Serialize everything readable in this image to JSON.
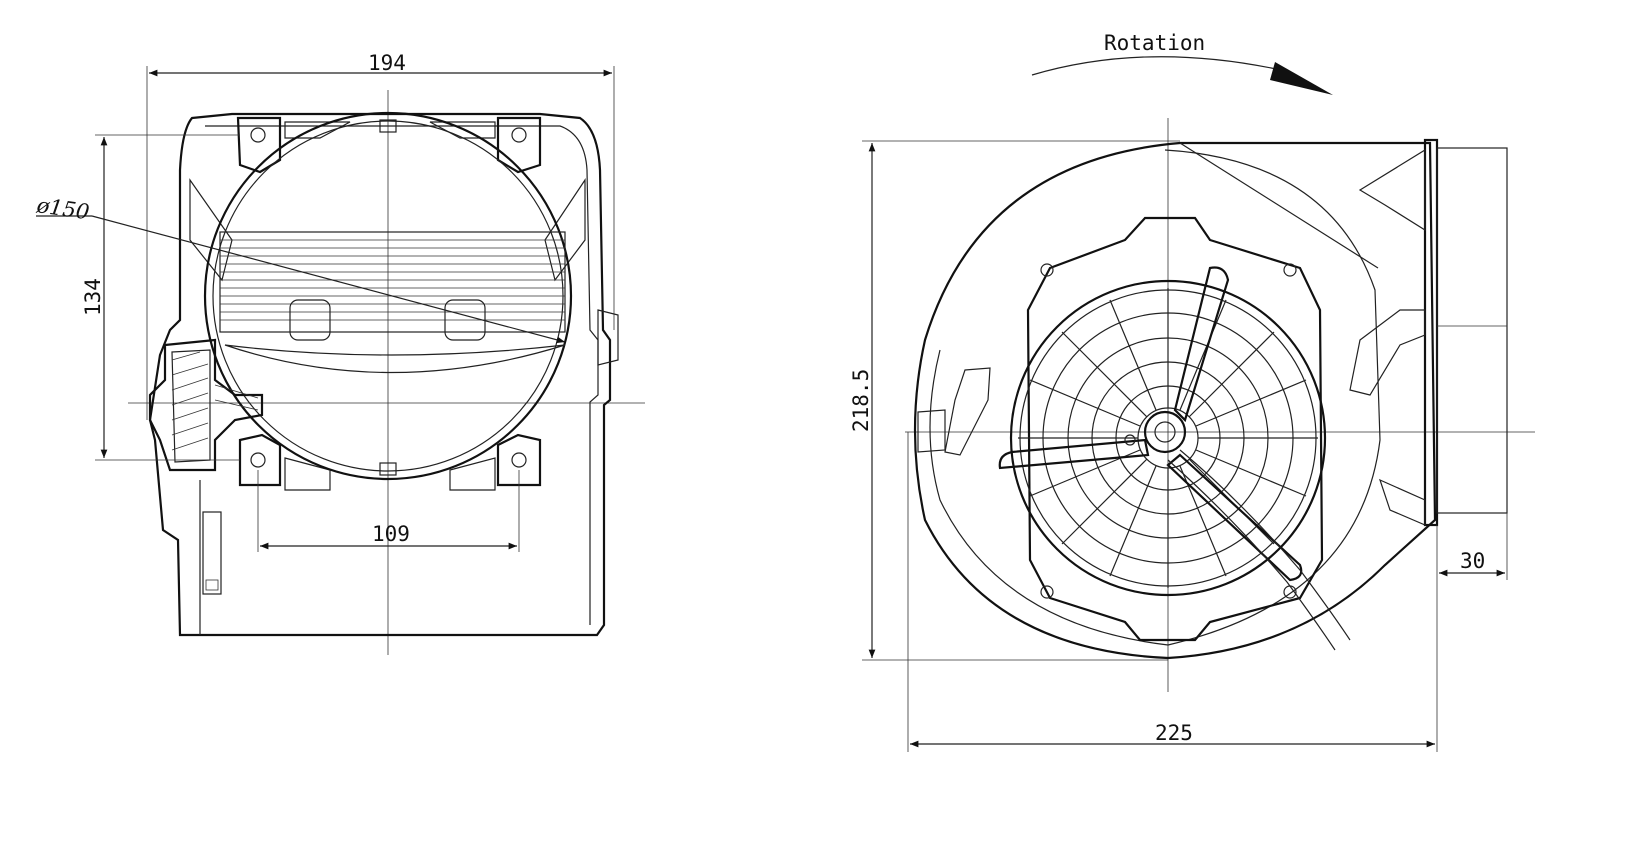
{
  "front_view": {
    "width_dim": "194",
    "height_dim": "134",
    "diameter_dim": "ø150",
    "mount_spacing_dim": "109"
  },
  "side_view": {
    "rotation_label": "Rotation",
    "height_dim": "218.5",
    "width_dim": "225",
    "outlet_depth_dim": "30"
  }
}
